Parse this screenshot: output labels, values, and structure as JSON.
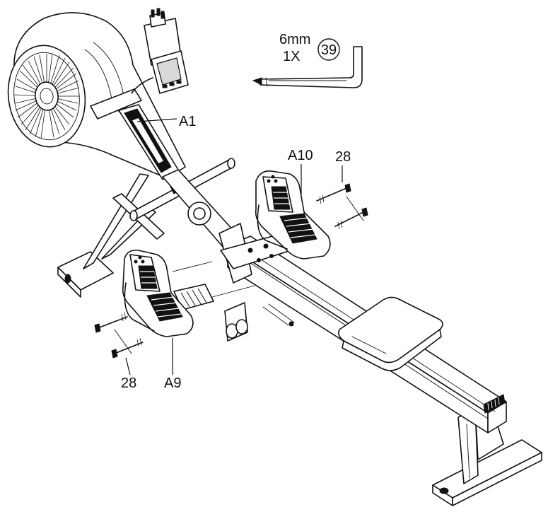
{
  "tool": {
    "size": "6mm",
    "quantity": "1X",
    "part_number": "39"
  },
  "callouts": {
    "a1": "A1",
    "a10": "A10",
    "a9": "A9",
    "bolt_right": "28",
    "bolt_left": "28"
  }
}
